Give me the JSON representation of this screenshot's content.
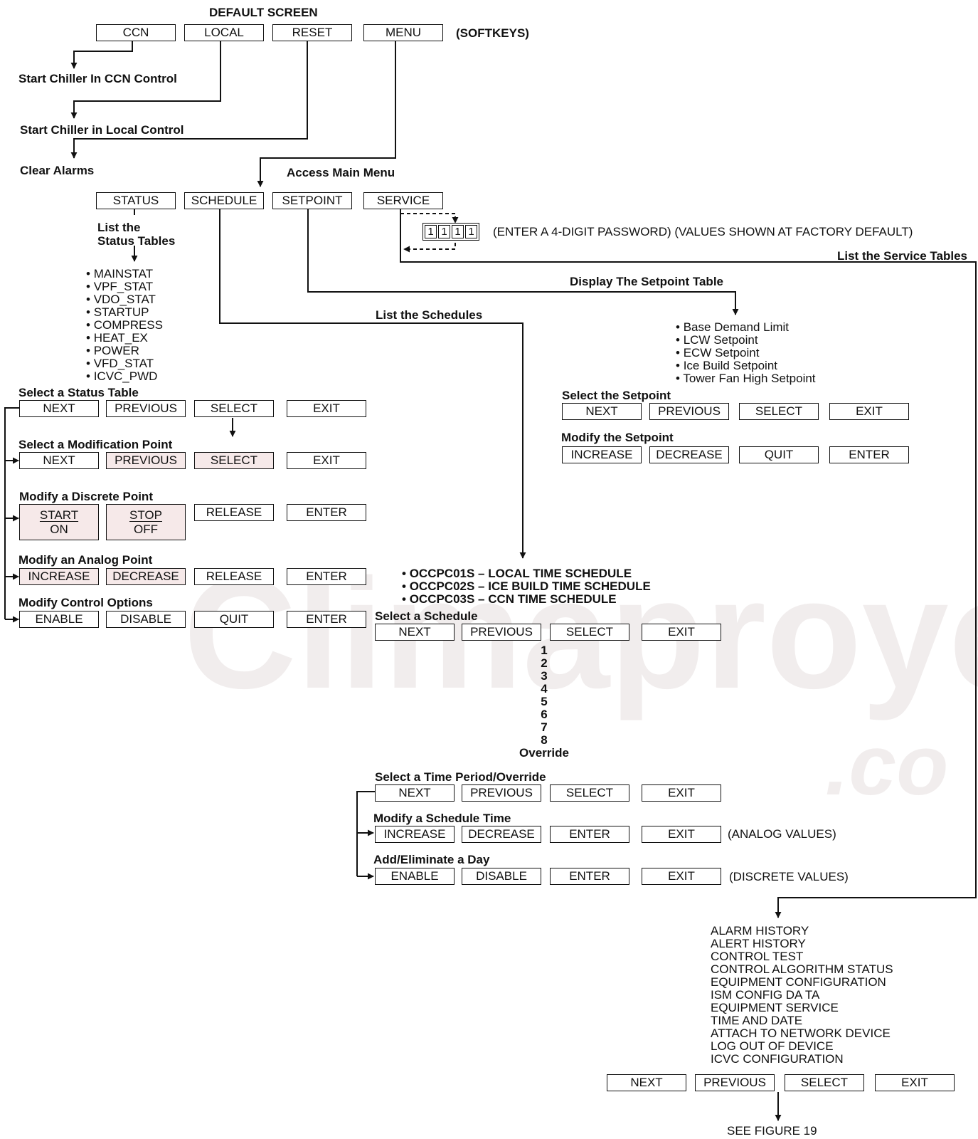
{
  "watermark": {
    "main": "Climaproyecto",
    "suffix": ".co"
  },
  "header": {
    "title": "DEFAULT SCREEN",
    "softkeys_label": "(SOFTKEYS)"
  },
  "default_keys": [
    "CCN",
    "LOCAL",
    "RESET",
    "MENU"
  ],
  "default_actions": {
    "ccn": "Start Chiller In CCN Control",
    "local": "Start Chiller in Local Control",
    "reset": "Clear Alarms",
    "menu": "Access Main Menu"
  },
  "main_menu_keys": [
    "STATUS",
    "SCHEDULE",
    "SETPOINT",
    "SERVICE"
  ],
  "password": {
    "digits": [
      "1",
      "1",
      "1",
      "1"
    ],
    "note": "(ENTER A 4-DIGIT PASSWORD) (VALUES SHOWN AT FACTORY DEFAULT)"
  },
  "status": {
    "heading_line1": "List the",
    "heading_line2": "Status Tables",
    "tables": [
      "MAINSTAT",
      "VPF_STAT",
      "VDO_STAT",
      "STARTUP",
      "COMPRESS",
      "HEAT_EX",
      "POWER",
      "VFD_STAT",
      "ICVC_PWD"
    ],
    "select_table": {
      "label": "Select a Status Table",
      "keys": [
        "NEXT",
        "PREVIOUS",
        "SELECT",
        "EXIT"
      ]
    },
    "select_mod_point": {
      "label": "Select a Modification Point",
      "keys": [
        "NEXT",
        "PREVIOUS",
        "SELECT",
        "EXIT"
      ]
    },
    "discrete": {
      "label": "Modify a Discrete Point",
      "start_top": "START",
      "start_bottom": "ON",
      "stop_top": "STOP",
      "stop_bottom": "OFF",
      "keys": [
        "RELEASE",
        "ENTER"
      ]
    },
    "analog": {
      "label": "Modify an Analog Point",
      "keys": [
        "INCREASE",
        "DECREASE",
        "RELEASE",
        "ENTER"
      ]
    },
    "control": {
      "label": "Modify Control Options",
      "keys": [
        "ENABLE",
        "DISABLE",
        "QUIT",
        "ENTER"
      ]
    }
  },
  "schedule": {
    "list_label": "List the Schedules",
    "schedules": [
      "OCCPC01S – LOCAL TIME SCHEDULE",
      "OCCPC02S – ICE BUILD TIME SCHEDULE",
      "OCCPC03S – CCN TIME SCHEDULE"
    ],
    "select_schedule": {
      "label": "Select a Schedule",
      "keys": [
        "NEXT",
        "PREVIOUS",
        "SELECT",
        "EXIT"
      ]
    },
    "periods": [
      "1",
      "2",
      "3",
      "4",
      "5",
      "6",
      "7",
      "8",
      "Override"
    ],
    "select_period": {
      "label": "Select a Time Period/Override",
      "keys": [
        "NEXT",
        "PREVIOUS",
        "SELECT",
        "EXIT"
      ]
    },
    "modify_time": {
      "label": "Modify a Schedule Time",
      "keys": [
        "INCREASE",
        "DECREASE",
        "ENTER",
        "EXIT"
      ],
      "note": "(ANALOG VALUES)"
    },
    "add_day": {
      "label": "Add/Eliminate a Day",
      "keys": [
        "ENABLE",
        "DISABLE",
        "ENTER",
        "EXIT"
      ],
      "note": "(DISCRETE VALUES)"
    }
  },
  "setpoint": {
    "display_label": "Display The Setpoint Table",
    "items": [
      "Base Demand Limit",
      "LCW Setpoint",
      "ECW Setpoint",
      "Ice Build Setpoint",
      "Tower Fan High Setpoint"
    ],
    "select": {
      "label": "Select the Setpoint",
      "keys": [
        "NEXT",
        "PREVIOUS",
        "SELECT",
        "EXIT"
      ]
    },
    "modify": {
      "label": "Modify the Setpoint",
      "keys": [
        "INCREASE",
        "DECREASE",
        "QUIT",
        "ENTER"
      ]
    }
  },
  "service": {
    "list_label": "List the Service Tables",
    "tables": [
      "ALARM HISTORY",
      "ALERT HISTORY",
      "CONTROL TEST",
      "CONTROL ALGORITHM STATUS",
      "EQUIPMENT CONFIGURATION",
      "ISM CONFIG DA TA",
      "EQUIPMENT SERVICE",
      "TIME AND DATE",
      "ATTACH TO NETWORK DEVICE",
      "LOG OUT OF DEVICE",
      "ICVC CONFIGURATION"
    ],
    "keys": [
      "NEXT",
      "PREVIOUS",
      "SELECT",
      "EXIT"
    ],
    "see_figure": "SEE FIGURE 19"
  }
}
